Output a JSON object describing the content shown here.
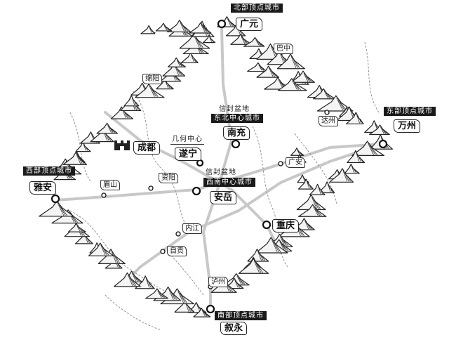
{
  "cities": [
    {
      "id": "guangyuan",
      "name": "广元",
      "role": "北部顶点城市"
    },
    {
      "id": "bazhong",
      "name": "巴中"
    },
    {
      "id": "mianyang",
      "name": "绵阳"
    },
    {
      "id": "dazhou",
      "name": "达州"
    },
    {
      "id": "wanzhou",
      "name": "万州",
      "role": "东部顶点城市"
    },
    {
      "id": "nanchong",
      "name": "南充",
      "role": "东北中心城市",
      "note": "信封盆地"
    },
    {
      "id": "suining",
      "name": "遂宁",
      "role": "几何中心"
    },
    {
      "id": "chengdu",
      "name": "成都"
    },
    {
      "id": "guangan",
      "name": "广安"
    },
    {
      "id": "yaan",
      "name": "雅安",
      "role": "西部顶点城市"
    },
    {
      "id": "meishan",
      "name": "眉山"
    },
    {
      "id": "ziyang",
      "name": "资阳"
    },
    {
      "id": "anyue",
      "name": "安岳",
      "role": "西南中心城市",
      "note": "信封盆地"
    },
    {
      "id": "neijiang",
      "name": "内江"
    },
    {
      "id": "chongqing",
      "name": "重庆"
    },
    {
      "id": "zigong",
      "name": "自贡"
    },
    {
      "id": "luzhou",
      "name": "泸州"
    },
    {
      "id": "xuyong",
      "name": "叙永",
      "role": "南部顶点城市"
    }
  ]
}
